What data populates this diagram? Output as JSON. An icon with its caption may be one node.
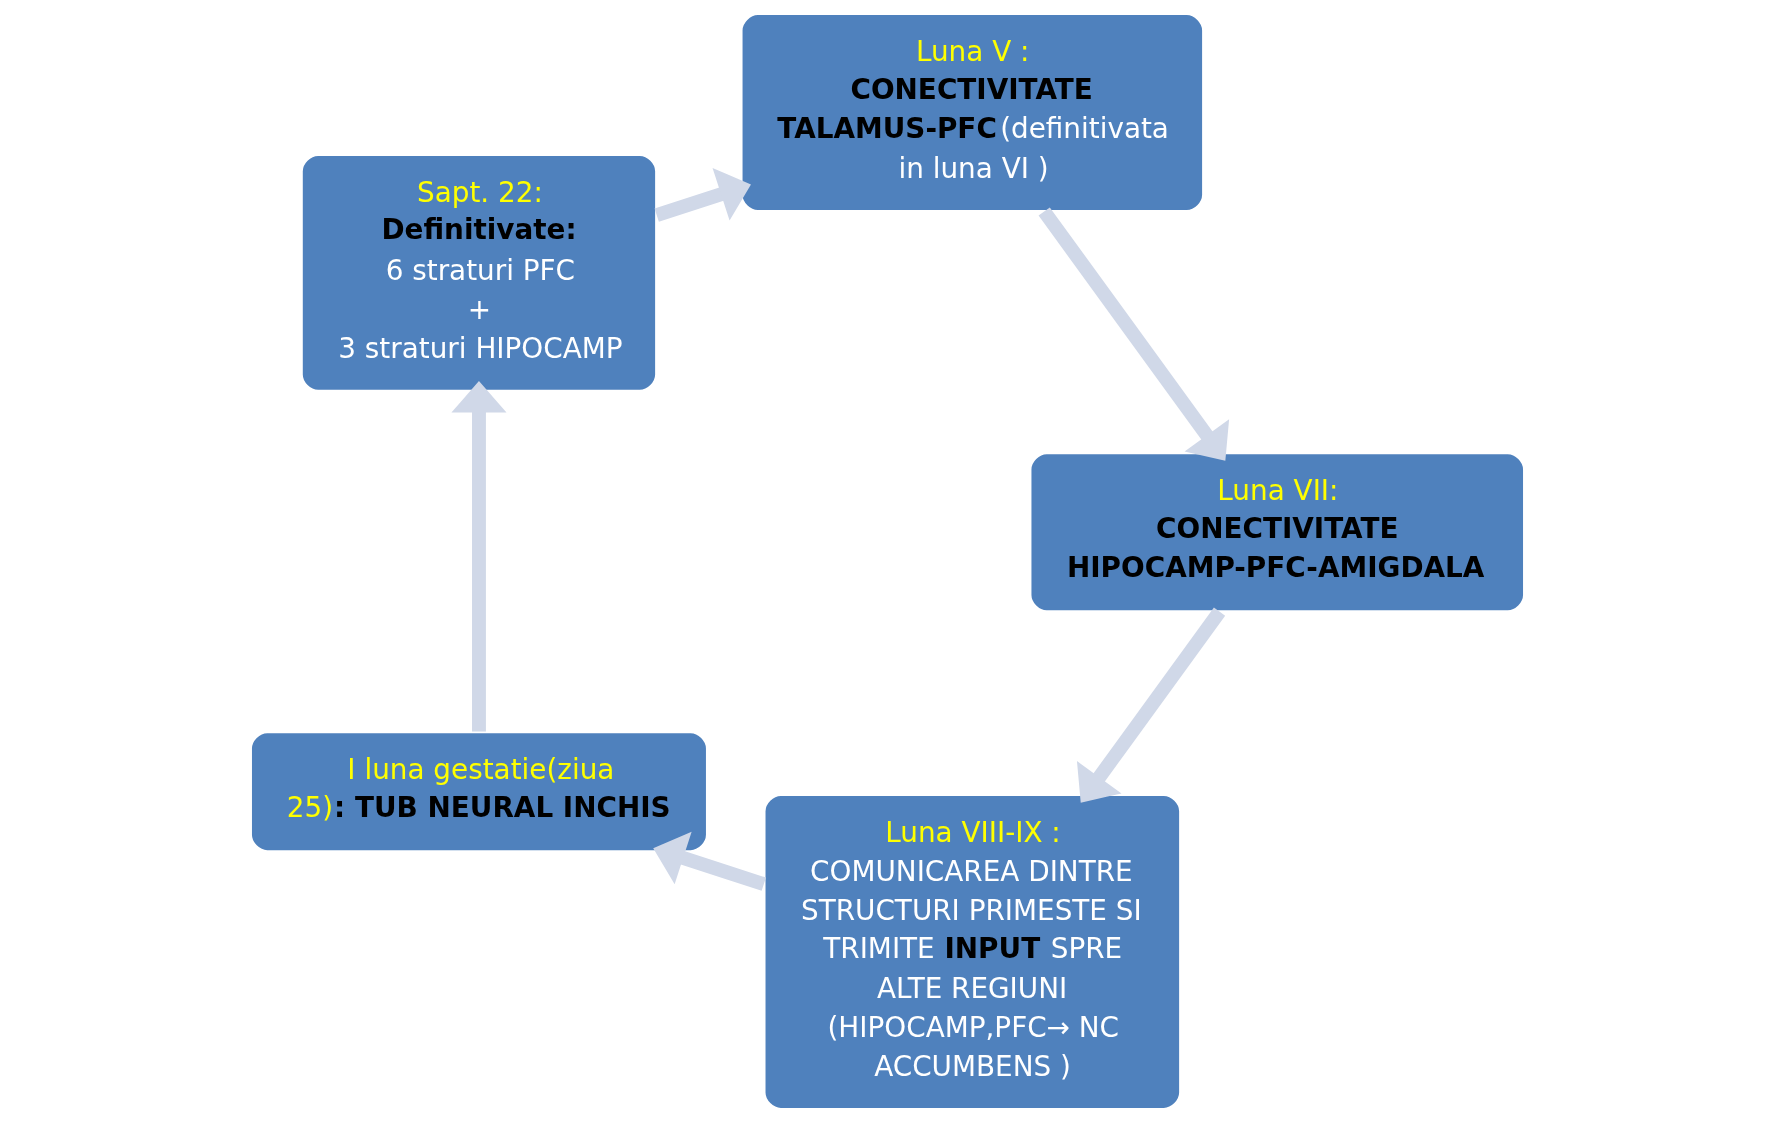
{
  "diagram": {
    "nodes": [
      {
        "text": [
          "I luna gestatie(ziua 25)**: TUB NEURAL INCHIS**"
        ]
      },
      {
        "text": [
          "Sapt. 22:",
          "Definitivate:",
          "6 straturi PFC",
          "+",
          "3 straturi HIPOCAMP"
        ]
      },
      {
        "text": [
          "Luna V :",
          "**CONECTIVITATE TALAMUS-PFC**(definitivata in luna VI )"
        ]
      },
      {
        "text": [
          "Luna VII:",
          "CONECTIVITATE HIPOCAMP-PFC-AMIGDALA"
        ]
      },
      {
        "text": [
          "Luna VIII-IX :",
          "COMUNICAREA DINTRE STRUCTURI PRIMESTE SI TRIMITE **INPUT** SPRE ALTE REGIUNI",
          "(HIPOCAMP,PFC→ NC ACCUMBENS )"
        ]
      }
    ],
    "edges": [
      {
        "from": 0,
        "to": 1,
        "arrow": "to"
      },
      {
        "from": 1,
        "to": 2,
        "arrow": "to"
      },
      {
        "from": 2,
        "to": 3,
        "arrow": "to"
      },
      {
        "from": 3,
        "to": 4,
        "arrow": "to"
      },
      {
        "from": 4,
        "to": 0,
        "arrow": "to"
      }
    ]
  }
}
